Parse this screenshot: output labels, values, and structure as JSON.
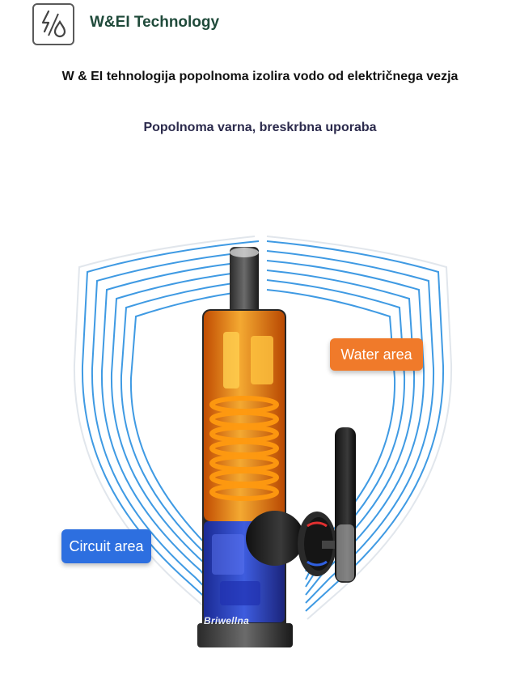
{
  "header": {
    "brand": "W&EI Technology",
    "logo_icon": "lightning-water-drop-icon"
  },
  "headline": "W & EI tehnologija popolnoma izolira vodo od električnega vezja",
  "subline": "Popolnoma varna, breskrbna uporaba",
  "illustration": {
    "water_label": "Water area",
    "circuit_label": "Circuit area",
    "product_brand": "Briwellna",
    "colors": {
      "water": "#f07a2a",
      "circuit": "#2d6fe0",
      "shield_lines": "#2a8fe0"
    }
  }
}
